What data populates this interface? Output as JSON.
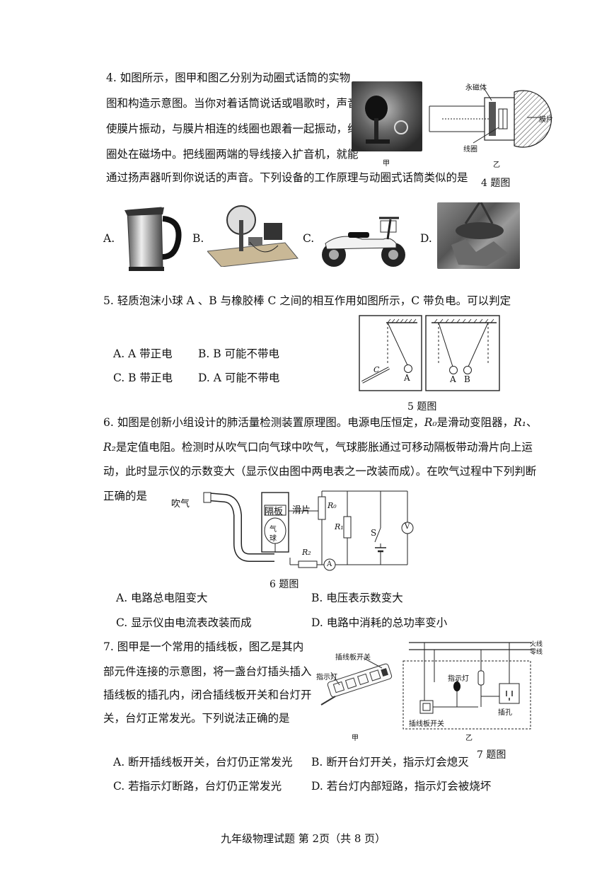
{
  "q4": {
    "lines": [
      "4. 如图所示，图甲和图乙分别为动圈式话筒的实物",
      "图和构造示意图。当你对着话筒说话或唱歌时，声音",
      "使膜片振动，与膜片相连的线圈也跟着一起振动，线",
      "圈处在磁场中。把线圈两端的导线接入扩音机，就能",
      "通过扬声器听到你说话的声音。下列设备的工作原理与动圈式话筒类似的是"
    ],
    "fig_labels": {
      "magnet": "永磁体",
      "membrane": "膜片",
      "coil": "线圈",
      "jia": "甲",
      "yi": "乙"
    },
    "caption": "4 题图",
    "options": [
      "A.",
      "B.",
      "C.",
      "D."
    ]
  },
  "q5": {
    "stem": "5. 轻质泡沫小球 A 、B 与橡胶棒 C 之间的相互作用如图所示，C 带负电。可以判定",
    "options": [
      "A.  A 带正电",
      "B.  B 可能不带电",
      "C.  B 带正电",
      "D.  A 可能不带电"
    ],
    "fig_labels": {
      "c": "C",
      "a": "A",
      "b": "B"
    },
    "caption": "5 题图"
  },
  "q6": {
    "line1": "6.  如图是创新小组设计的肺活量检测装置原理图。电源电压恒定，",
    "line1_r0": "R₀",
    "line1_b": "是滑动变阻器，",
    "line1_r1": "R₁",
    "line1_c": "、",
    "line2_r2": "R₂",
    "line2": "是定值电阻。检测时从吹气口向气球中吹气，气球膨胀通过可移动隔板带动滑片向上运",
    "line3": "动，此时显示仪的示数变大（显示仪由图中两电表之一改装而成）。在吹气过程中下列判断",
    "line4": "正确的是",
    "fig_labels": {
      "blow": "吹气",
      "partition": "隔板",
      "balloon1": "气",
      "balloon2": "球",
      "slider": "滑片",
      "r0": "R₀",
      "r1": "R₁",
      "r2": "R₂",
      "s": "S",
      "v": "V",
      "a": "A"
    },
    "caption": "6 题图",
    "options": [
      "A.  电路总电阻变大",
      "B.  电压表示数变大",
      "C.  显示仪由电流表改装而成",
      "D.  电路中消耗的总功率变小"
    ]
  },
  "q7": {
    "lines": [
      "7.  图甲是一个常用的插线板，图乙是其内",
      "部元件连接的示意图，将一盏台灯插头插入",
      "插线板的插孔内，闭合插线板开关和台灯开",
      "关，台灯正常发光。下列说法正确的是"
    ],
    "fig_labels": {
      "switch_top": "插线板开关",
      "indicator": "指示灯",
      "live": "火线",
      "neutral": "零线",
      "indicator2": "指示灯",
      "socket": "插孔",
      "switch_bottom": "插线板开关",
      "jia": "甲",
      "yi": "乙"
    },
    "caption": "7 题图",
    "options": [
      "A.  断开插线板开关，台灯仍正常发光",
      "B.  断开台灯开关，指示灯会熄灭",
      "C.  若指示灯断路，台灯仍正常发光",
      "D.  若台灯内部短路，指示灯会被烧坏"
    ]
  },
  "footer": "九年级物理试题   第 2页（共 8 页）"
}
